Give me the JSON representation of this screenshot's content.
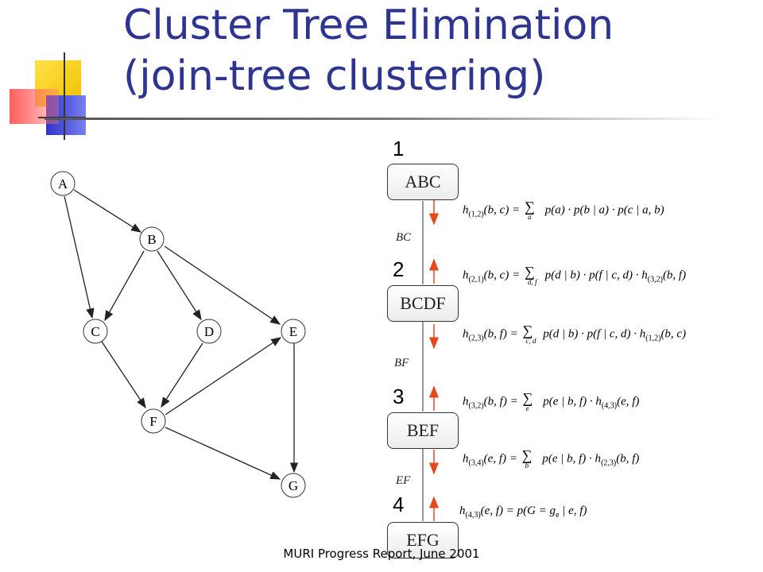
{
  "slide": {
    "title_line1": "Cluster Tree Elimination",
    "title_line2": "(join-tree clustering)",
    "footer": "MURI Progress Report, June 2001"
  },
  "colors": {
    "title": "#2e3590",
    "arrow_red": "#e8471c",
    "deco_yellow": "#ffd700",
    "deco_red": "#ff4c4c",
    "deco_blue": "#3a3fcc"
  },
  "bayes_net": {
    "nodes": [
      "A",
      "B",
      "C",
      "D",
      "E",
      "F",
      "G"
    ],
    "edges": [
      [
        "A",
        "B"
      ],
      [
        "A",
        "C"
      ],
      [
        "B",
        "C"
      ],
      [
        "B",
        "D"
      ],
      [
        "B",
        "E"
      ],
      [
        "C",
        "F"
      ],
      [
        "D",
        "F"
      ],
      [
        "F",
        "E"
      ],
      [
        "F",
        "G"
      ],
      [
        "E",
        "G"
      ]
    ]
  },
  "cluster_tree": {
    "clusters": [
      {
        "num": "1",
        "label": "ABC"
      },
      {
        "num": "2",
        "label": "BCDF"
      },
      {
        "num": "3",
        "label": "BEF"
      },
      {
        "num": "4",
        "label": "EFG"
      }
    ],
    "separators": [
      "BC",
      "BF",
      "EF"
    ]
  },
  "messages": [
    {
      "h": "h",
      "sub": "(1,2)",
      "args": "(b, c) =",
      "sumsub": "a",
      "body": "p(a) · p(b | a) · p(c | a, b)"
    },
    {
      "h": "h",
      "sub": "(2,1)",
      "args": "(b, c) =",
      "sumsub": "d, f",
      "body": "p(d | b) · p(f | c, d) · h",
      "tailsub": "(3,2)",
      "tail": "(b, f)"
    },
    {
      "h": "h",
      "sub": "(2,3)",
      "args": "(b, f) =",
      "sumsub": "c, d",
      "body": "p(d | b) · p(f | c, d) · h",
      "tailsub": "(1,2)",
      "tail": "(b, c)"
    },
    {
      "h": "h",
      "sub": "(3,2)",
      "args": "(b, f) =",
      "sumsub": "e",
      "body": "p(e | b, f) · h",
      "tailsub": "(4,3)",
      "tail": "(e, f)"
    },
    {
      "h": "h",
      "sub": "(3,4)",
      "args": "(e, f) =",
      "sumsub": "b",
      "body": "p(e | b, f) · h",
      "tailsub": "(2,3)",
      "tail": "(b, f)"
    },
    {
      "h": "h",
      "sub": "(4,3)",
      "args": "(e, f) = p(G = g",
      "gsub": "e",
      "body": "| e, f)"
    }
  ]
}
